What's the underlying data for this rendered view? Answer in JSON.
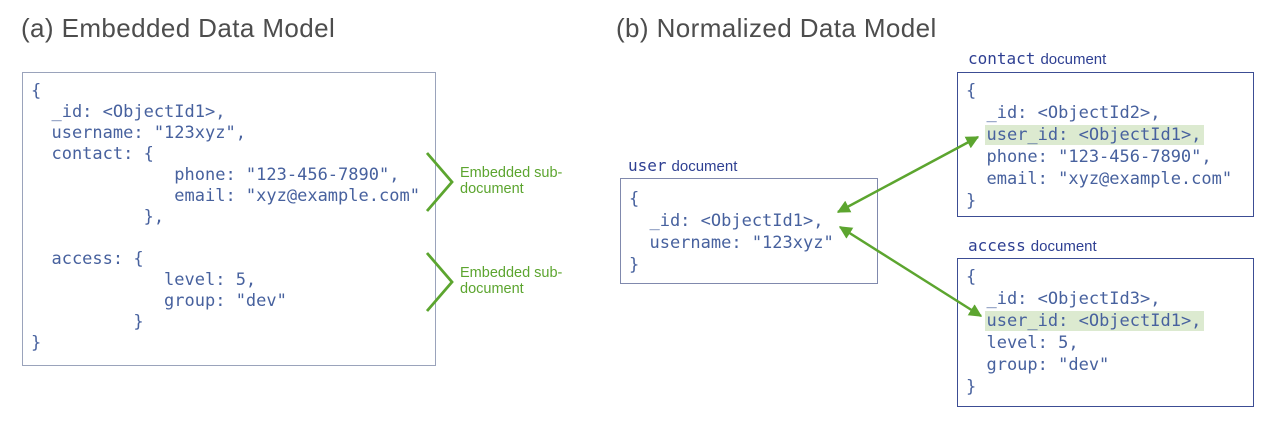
{
  "colors": {
    "title": "#4d4d4d",
    "code": "#47619e",
    "label": "#2e3f92",
    "green": "#5ca52f",
    "hl": "#dcead0",
    "border-a": "#9aa3bb",
    "border-user": "#8089ad",
    "border-b": "#3c4d94"
  },
  "panel_a": {
    "title": "(a) Embedded Data Model",
    "doc": {
      "lines": [
        "{",
        "  _id: <ObjectId1>,",
        "  username: \"123xyz\",",
        "  contact: {",
        "              phone: \"123-456-7890\",",
        "              email: \"xyz@example.com\"",
        "           },",
        " ",
        "  access: {",
        "             level: 5,",
        "             group: \"dev\"",
        "          }",
        "}"
      ]
    },
    "annotations": [
      {
        "line1": "Embedded sub-",
        "line2": "document"
      },
      {
        "line1": "Embedded sub-",
        "line2": "document"
      }
    ]
  },
  "panel_b": {
    "title": "(b) Normalized Data Model",
    "user_doc": {
      "name": "user",
      "type_label": "document",
      "lines": [
        "{",
        "  _id: <ObjectId1>,",
        "  username: \"123xyz\"",
        "}"
      ]
    },
    "contact_doc": {
      "name": "contact",
      "type_label": "document",
      "lines_top": [
        "{",
        "  _id: <ObjectId2>,"
      ],
      "hl_indent": "  ",
      "hl_text": "user_id: <ObjectId1>,",
      "lines_bottom": [
        "  phone: \"123-456-7890\",",
        "  email: \"xyz@example.com\"",
        "}"
      ]
    },
    "access_doc": {
      "name": "access",
      "type_label": "document",
      "lines_top": [
        "{",
        "  _id: <ObjectId3>,"
      ],
      "hl_indent": "  ",
      "hl_text": "user_id: <ObjectId1>,",
      "lines_bottom": [
        "  level: 5,",
        "  group: \"dev\"",
        "}"
      ]
    }
  }
}
